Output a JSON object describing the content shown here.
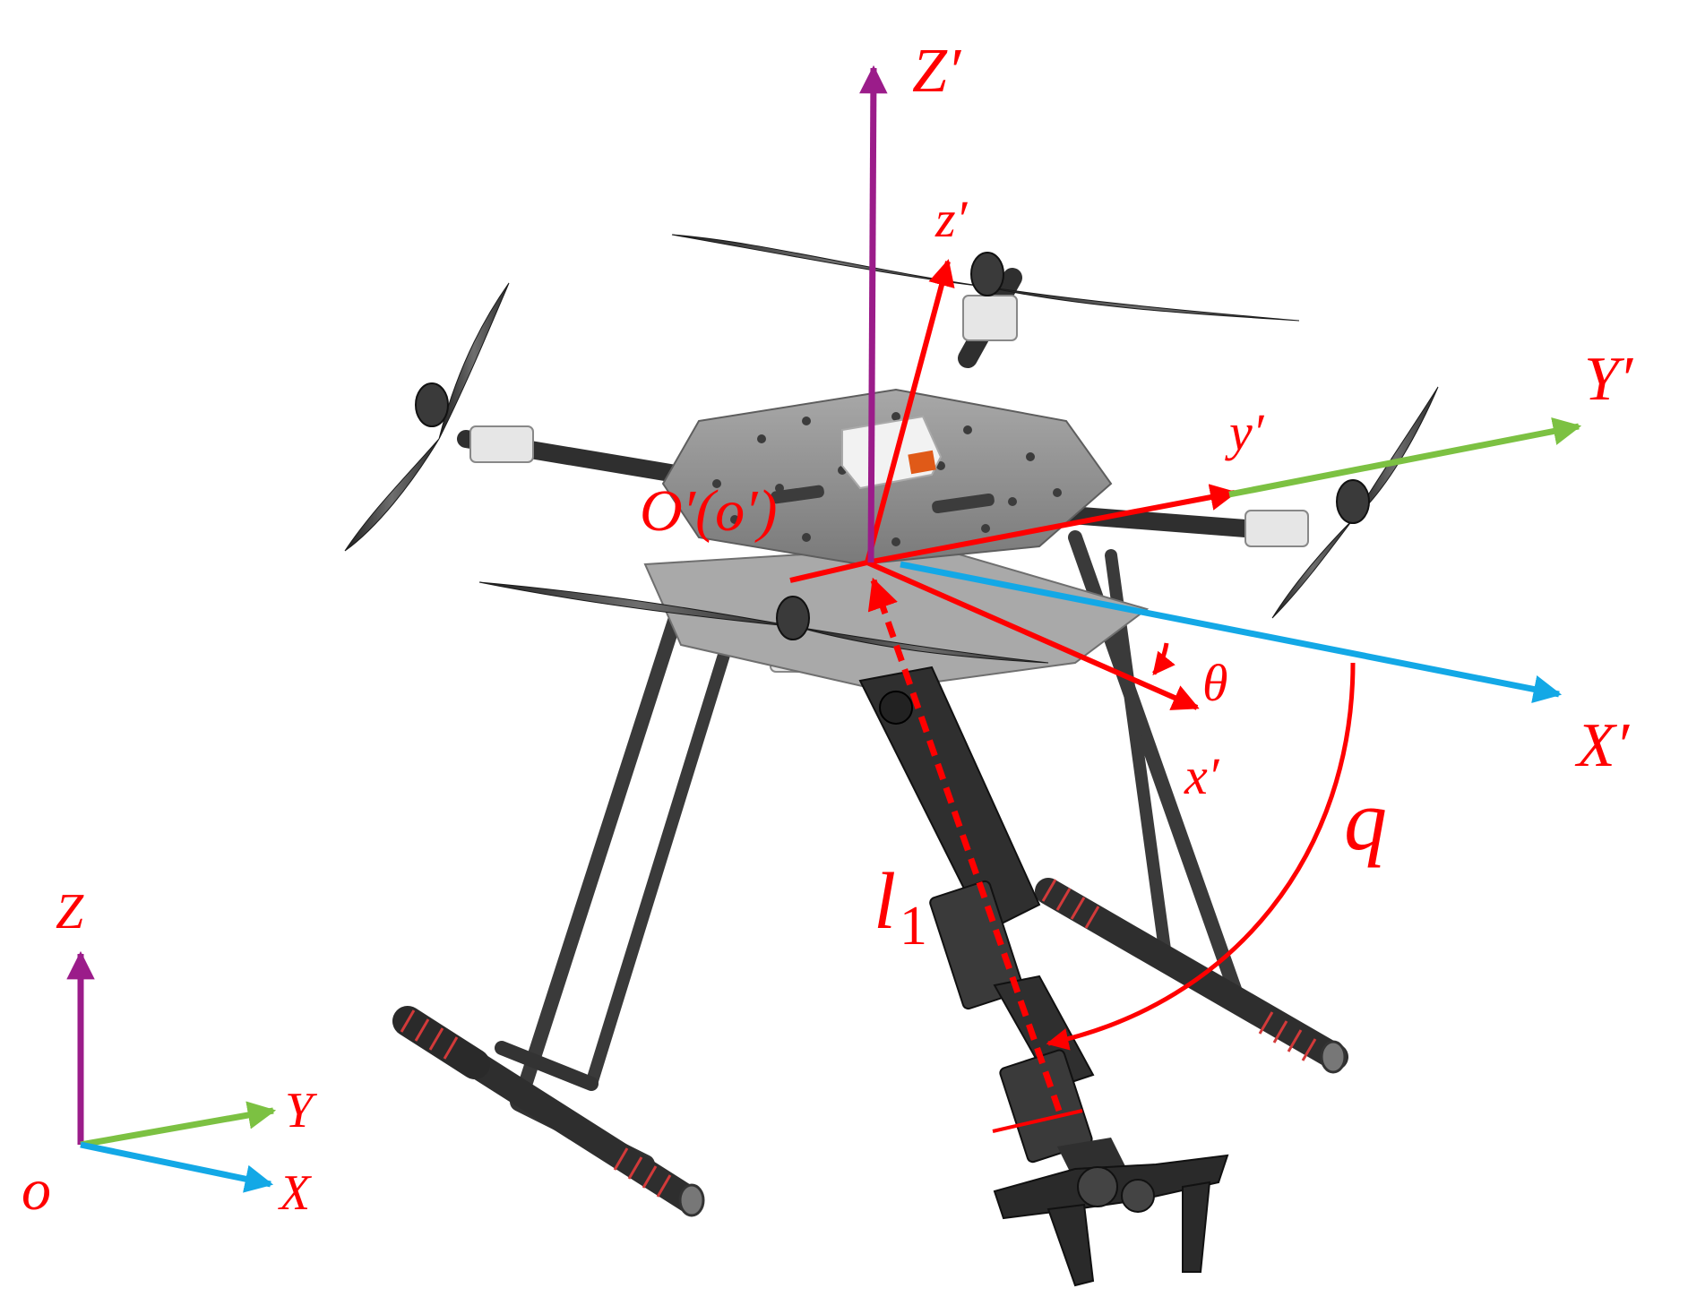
{
  "colors": {
    "red": "#ff0000",
    "purple": "#9b1c8a",
    "green": "#7cc142",
    "blue": "#13a8e6",
    "frame_dark": "#3a3a3a",
    "plate_gray": "#8f8f8f",
    "grip_red": "#d23a3a"
  },
  "labels": {
    "Z_prime": "Z′",
    "z_prime": "z′",
    "Y_prime": "Y′",
    "y_prime": "y′",
    "X_prime": "X′",
    "x_prime": "x′",
    "origin_prime": "O′(o′)",
    "theta": "θ",
    "q": "q",
    "l": "l",
    "l_sub": "1",
    "Z": "Z",
    "Y": "Y",
    "X": "X",
    "o": "o"
  }
}
